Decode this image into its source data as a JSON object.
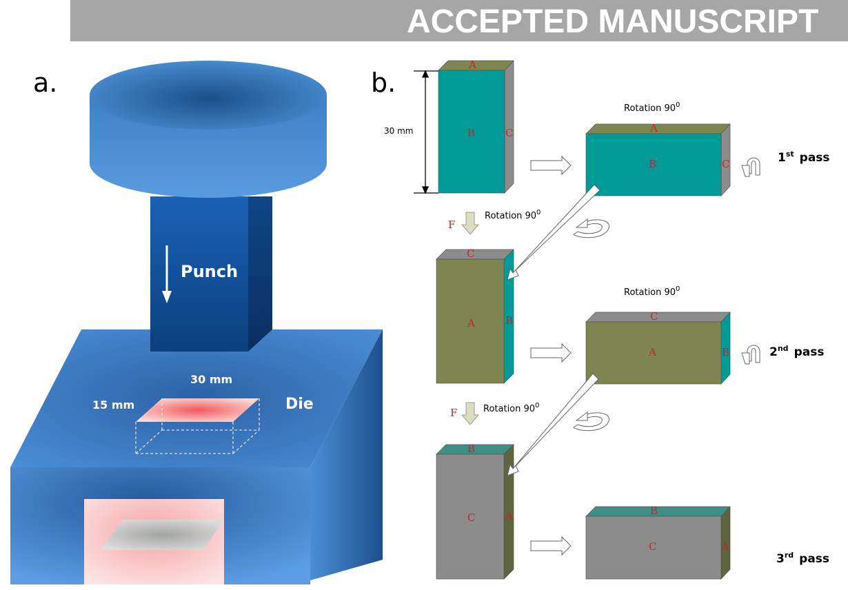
{
  "banner": {
    "text": "ACCEPTED MANUSCRIPT"
  },
  "panel_a": {
    "label": "a.",
    "punch_label": "Punch",
    "die_label": "Die",
    "dim_length": "30 mm",
    "dim_width": "15 mm"
  },
  "panel_b": {
    "label": "b.",
    "dim_height": "30 mm",
    "rotation_text": "Rotation 90",
    "rotation_sup": "0",
    "force_label": "F",
    "faces": {
      "a": "A",
      "b": "B",
      "c": "C"
    },
    "passes": [
      {
        "ordinal": "1",
        "suffix": "st",
        "word": "pass"
      },
      {
        "ordinal": "2",
        "suffix": "nd",
        "word": "pass"
      },
      {
        "ordinal": "3",
        "suffix": "rd",
        "word": "pass"
      }
    ]
  },
  "colors": {
    "teal": "#009b96",
    "olive": "#7e8550",
    "gray": "#8c8c8c",
    "die_blue": "#4a8fd4",
    "sample_pink": "#f7a0a0"
  }
}
